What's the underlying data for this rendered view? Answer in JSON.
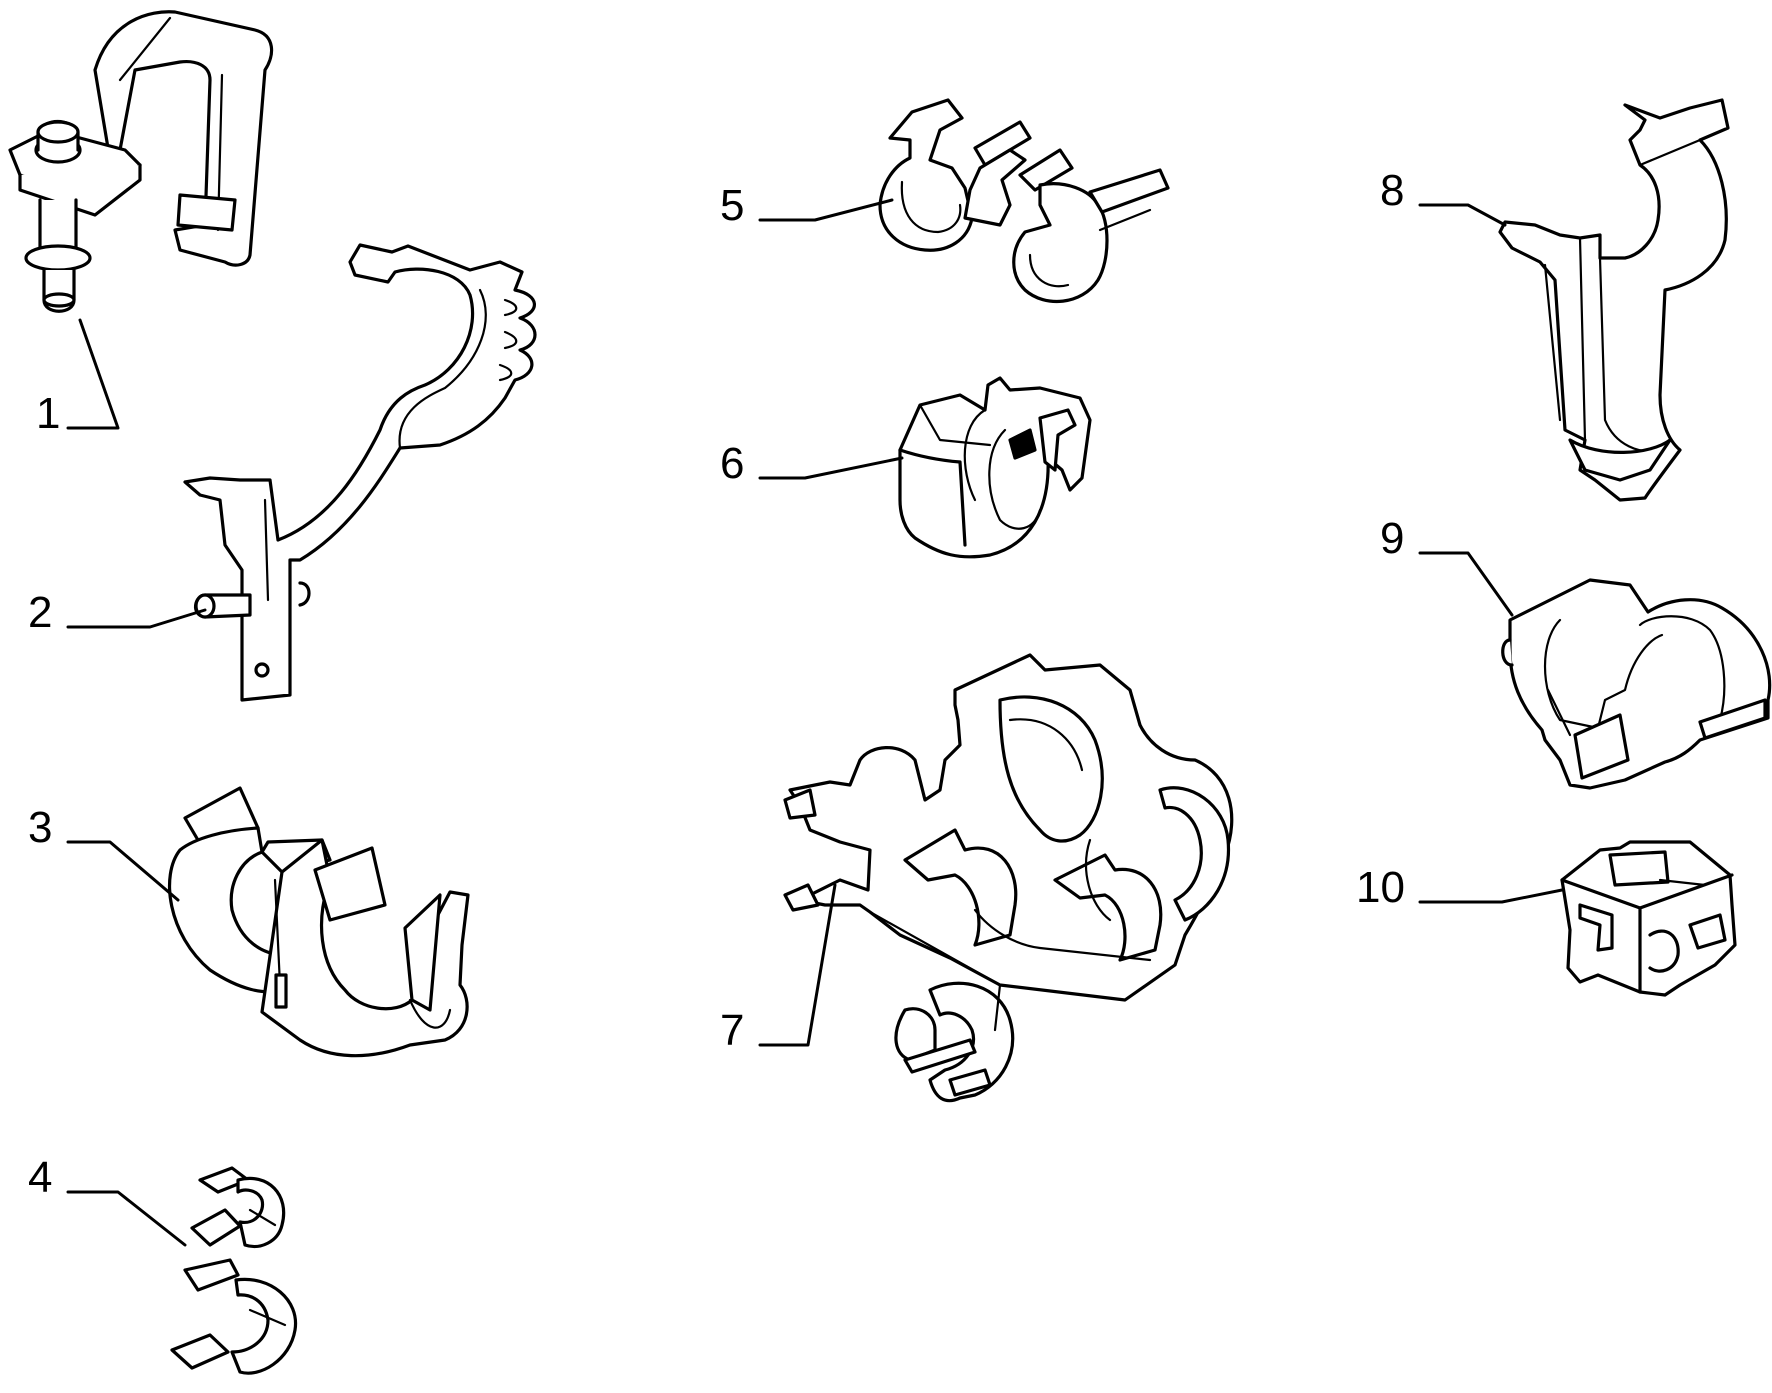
{
  "diagram": {
    "callouts": [
      {
        "label": "1",
        "part": "support-bracket-with-bolt"
      },
      {
        "label": "2",
        "part": "semicircular-bracket-with-pin"
      },
      {
        "label": "3",
        "part": "double-open-clip"
      },
      {
        "label": "4",
        "part": "small-double-clip"
      },
      {
        "label": "5",
        "part": "twin-pipe-clip"
      },
      {
        "label": "6",
        "part": "block-pipe-clip"
      },
      {
        "label": "7",
        "part": "multi-pipe-clip-assembly"
      },
      {
        "label": "8",
        "part": "u-clip-with-tab"
      },
      {
        "label": "9",
        "part": "double-saddle-clip"
      },
      {
        "label": "10",
        "part": "small-square-clip"
      }
    ]
  }
}
